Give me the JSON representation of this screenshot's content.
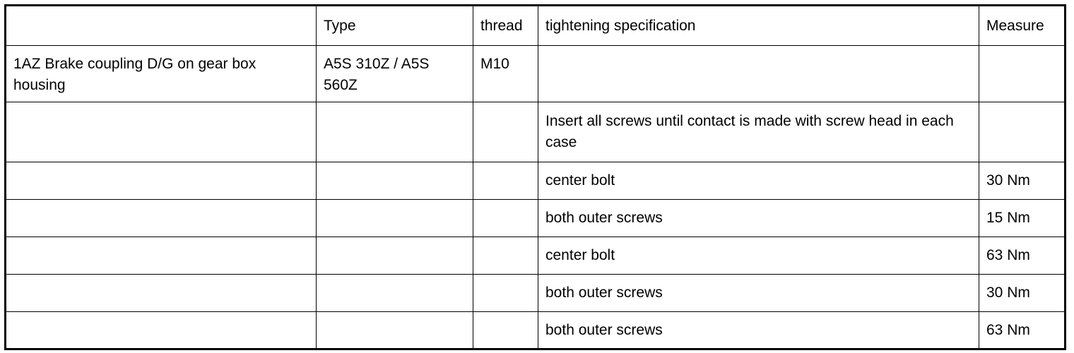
{
  "table": {
    "headers": [
      "",
      "Type",
      "thread",
      "tightening specification",
      "Measure"
    ],
    "rows": [
      [
        "1AZ  Brake coupling D/G on gear box housing",
        "A5S 310Z / A5S 560Z",
        "M10",
        "",
        ""
      ],
      [
        "",
        "",
        "",
        "Insert all screws until contact is made with screw head in each case",
        ""
      ],
      [
        "",
        "",
        "",
        "center bolt",
        "30 Nm"
      ],
      [
        "",
        "",
        "",
        "both outer screws",
        "15 Nm"
      ],
      [
        "",
        "",
        "",
        "center bolt",
        "63 Nm"
      ],
      [
        "",
        "",
        "",
        "both outer screws",
        "30 Nm"
      ],
      [
        "",
        "",
        "",
        "both outer screws",
        "63 Nm"
      ]
    ]
  }
}
